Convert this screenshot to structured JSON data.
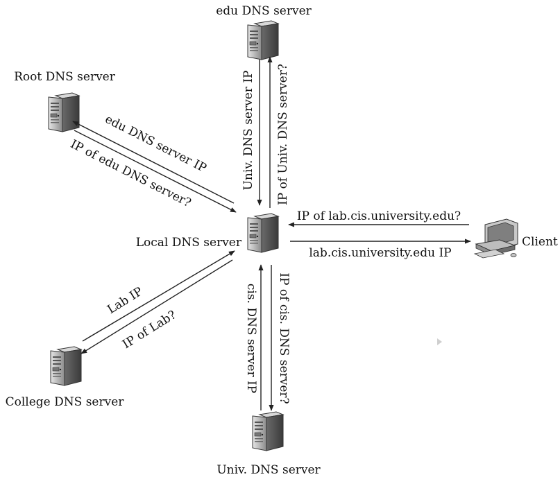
{
  "servers": {
    "edu": "edu DNS server",
    "root": "Root DNS server",
    "local": "Local DNS server",
    "client": "Client",
    "college": "College DNS server",
    "univ": "Univ. DNS server"
  },
  "messages": {
    "root_reply": "edu DNS server IP",
    "root_query": "IP of edu DNS server?",
    "edu_reply": "Univ. DNS server IP",
    "edu_query": "IP of Univ. DNS server?",
    "client_query": "IP of lab.cis.university.edu?",
    "client_reply": "lab.cis.university.edu IP",
    "college_reply": "Lab IP",
    "college_query": "IP of Lab?",
    "univ_reply": "cis. DNS server IP",
    "univ_query": "IP of cis. DNS server?"
  },
  "colors": {
    "arrow": "#222222",
    "server_body": "#b9b9b9",
    "server_dark": "#4a4a4a",
    "text": "#111111"
  },
  "icons": {
    "server": "server-tower-icon",
    "client": "desktop-computer-icon"
  }
}
